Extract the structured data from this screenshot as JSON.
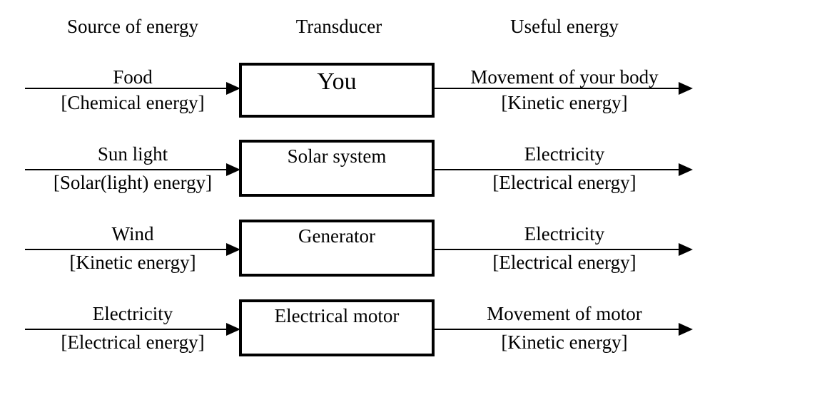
{
  "headers": {
    "source": "Source of energy",
    "transducer": "Transducer",
    "useful": "Useful energy"
  },
  "rows": [
    {
      "source": "Food",
      "source_type": "[Chemical energy]",
      "transducer": "You",
      "useful": "Movement of your body",
      "useful_type": "[Kinetic energy]"
    },
    {
      "source": "Sun light",
      "source_type": "[Solar(light) energy]",
      "transducer": "Solar system",
      "useful": "Electricity",
      "useful_type": "[Electrical energy]"
    },
    {
      "source": "Wind",
      "source_type": "[Kinetic energy]",
      "transducer": "Generator",
      "useful": "Electricity",
      "useful_type": "[Electrical energy]"
    },
    {
      "source": "Electricity",
      "source_type": "[Electrical energy]",
      "transducer": "Electrical motor",
      "useful": "Movement of motor",
      "useful_type": "[Kinetic energy]"
    }
  ]
}
